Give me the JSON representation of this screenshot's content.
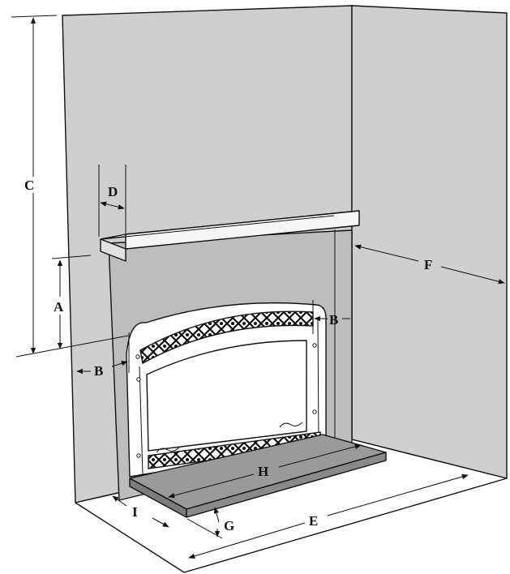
{
  "colors": {
    "wall_back": "#cfcfcf",
    "wall_side": "#cfcfcf",
    "floor": "#ffffff",
    "surround": "#bdbdbd",
    "mantel": "#f6f6f6",
    "hearth_top": "#9a9a9a",
    "hearth_front": "#7c7c7c",
    "firebox": "#ffffff",
    "line": "#111111"
  },
  "labels": {
    "A": "A",
    "B_left": "B",
    "B_right": "B",
    "C": "C",
    "D": "D",
    "E": "E",
    "F": "F",
    "G": "G",
    "H": "H",
    "I": "I"
  }
}
